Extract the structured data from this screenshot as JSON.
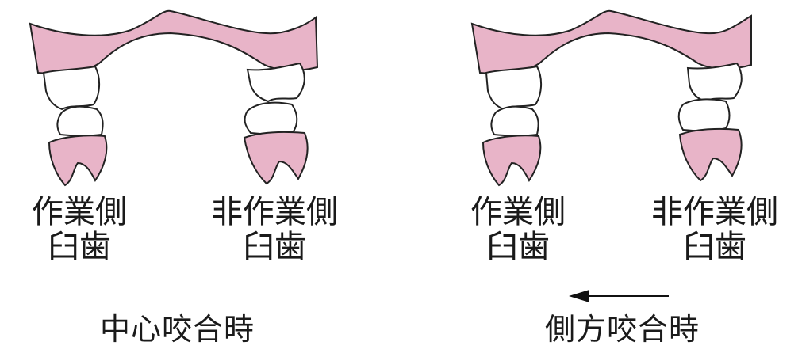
{
  "colors": {
    "gum": "#e8b4c8",
    "tooth": "#ffffff",
    "stroke": "#222222"
  },
  "left": {
    "working_label_1": "作業側",
    "working_label_2": "臼歯",
    "nonworking_label_1": "非作業側",
    "nonworking_label_2": "臼歯",
    "caption": "中心咬合時"
  },
  "right": {
    "working_label_1": "作業側",
    "working_label_2": "臼歯",
    "nonworking_label_1": "非作業側",
    "nonworking_label_2": "臼歯",
    "caption": "側方咬合時",
    "arrow_icon": "arrow-left-icon"
  }
}
